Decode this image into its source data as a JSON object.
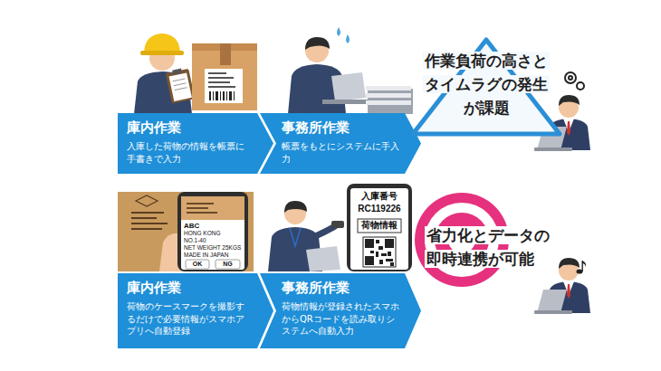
{
  "diagram": {
    "nodes": [
      {
        "text": [
          "庫内作業",
          "入庫した荷物の情報を帳票に手書きで入力"
        ]
      },
      {
        "text": [
          "事務所作業",
          "帳票をもとにシステムに手入力"
        ]
      },
      {
        "text": [
          "作業負荷の高さとタイムラグの発生が課題"
        ]
      },
      {
        "text": [
          "庫内作業",
          "荷物のケースマークを撮影するだけで必要情報がスマホアプリへ自動登録"
        ]
      },
      {
        "text": [
          "事務所作業",
          "荷物情報が登録されたスマホからQRコードを読み取りシステムへ自動入力"
        ]
      },
      {
        "text": [
          "省力化とデータの即時連携が可能"
        ]
      }
    ],
    "labels": [
      "ABC",
      "HONG KONG",
      "NO.1-40",
      "NET WEIGHT 25KGS",
      "MADE IN JAPAN",
      "OK",
      "NG",
      "入庫番号",
      "RC119226",
      "荷物情報"
    ]
  }
}
